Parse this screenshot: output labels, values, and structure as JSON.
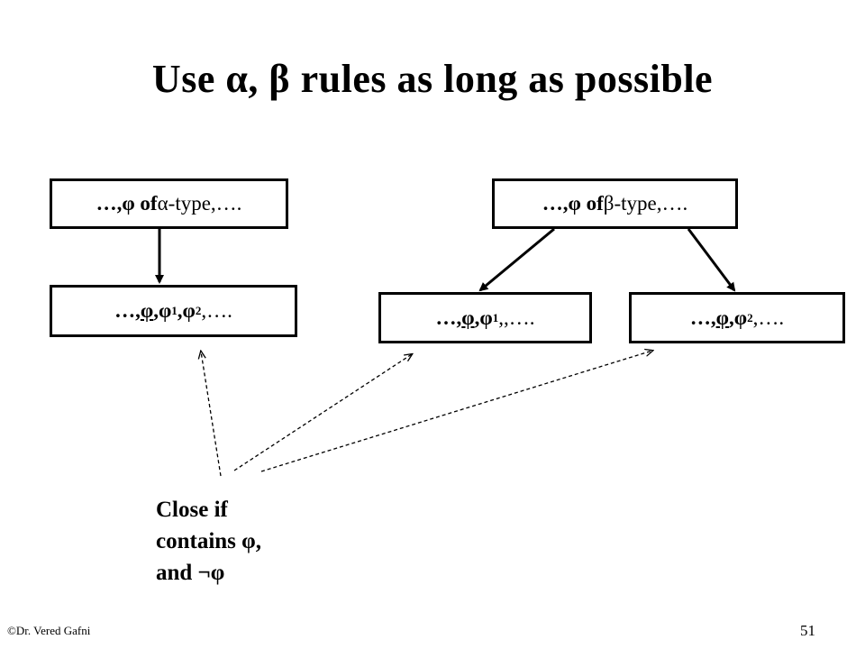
{
  "title": "Use α, β rules as long as possible",
  "nodes": {
    "alpha": {
      "bold": "…,φ of ",
      "greek": "α",
      "rest": "-type,…."
    },
    "beta": {
      "bold": "…,φ of ",
      "greek": "β",
      "rest": "-type,…."
    },
    "alpha_child": {
      "prefix": "…,",
      "phi": "φ",
      "comma1": ",",
      "phi1": "φ",
      "sub1": "1",
      "comma2": ",",
      "phi2": "φ",
      "sub2": "2",
      "rest": ",…."
    },
    "beta_left": {
      "prefix": "…,",
      "phi": "φ",
      "comma1": ",",
      "phi1": "φ",
      "sub1": "1",
      "rest": ",,…."
    },
    "beta_right": {
      "prefix": "…,",
      "phi": "φ",
      "comma1": ",",
      "phi2": "φ",
      "sub2": "2",
      "rest": ",…."
    }
  },
  "note": {
    "line1": "Close if",
    "line2": "contains φ,",
    "line3": "and ¬φ"
  },
  "footer": {
    "copyright": "©Dr. Vered Gafni",
    "page_number": "51"
  }
}
